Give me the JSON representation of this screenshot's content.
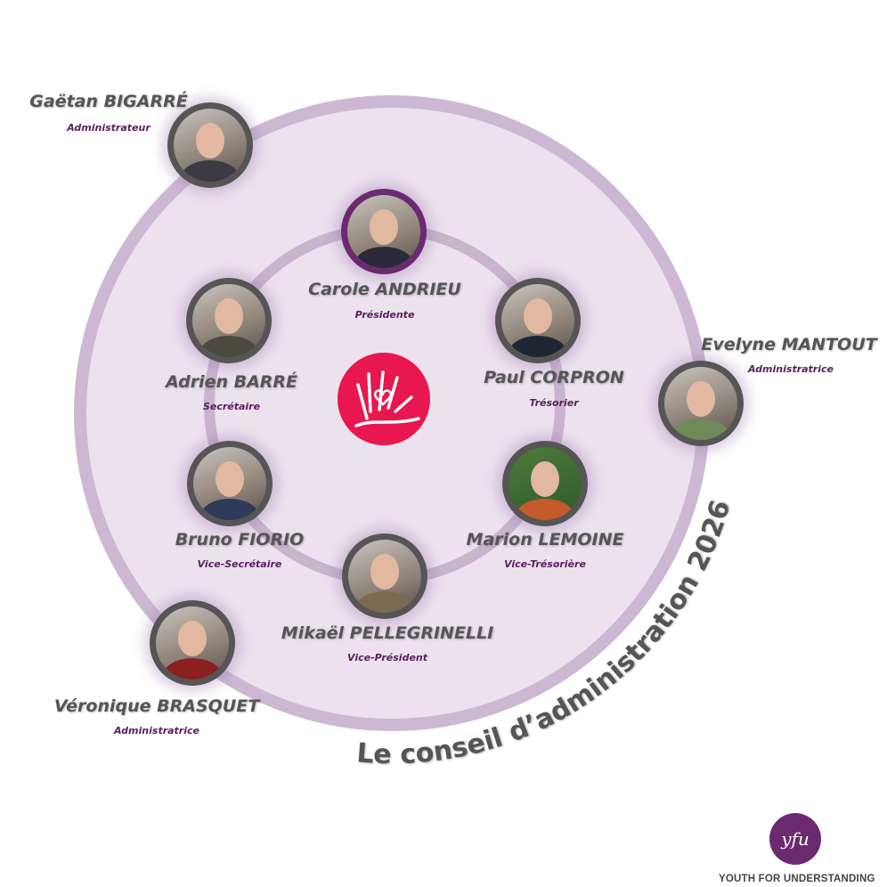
{
  "title": "Le conseil d’administration  2026",
  "members": [
    {
      "name": "Gaëtan BIGARRÉ",
      "role": "Administrateur"
    },
    {
      "name": "Carole ANDRIEU",
      "role": "Présidente"
    },
    {
      "name": "Paul CORPRON",
      "role": "Trésorier"
    },
    {
      "name": "Adrien BARRÉ",
      "role": "Secrétaire"
    },
    {
      "name": "Evelyne MANTOUT",
      "role": "Administratrice"
    },
    {
      "name": "Bruno FIORIO",
      "role": "Vice-Secrétaire"
    },
    {
      "name": "Marion LEMOINE",
      "role": "Vice-Trésorière"
    },
    {
      "name": "Mikaël PELLEGRINELLI",
      "role": "Vice-Président"
    },
    {
      "name": "Véronique BRASQUET",
      "role": "Administratrice"
    }
  ],
  "brand": {
    "logo_text": "yfu",
    "name": "YOUTH FOR UNDERSTANDING"
  },
  "colors": {
    "ring": "#cdb8d4",
    "fill": "#ece2ee",
    "accent": "#e8174f",
    "purple": "#6b2a6f"
  }
}
